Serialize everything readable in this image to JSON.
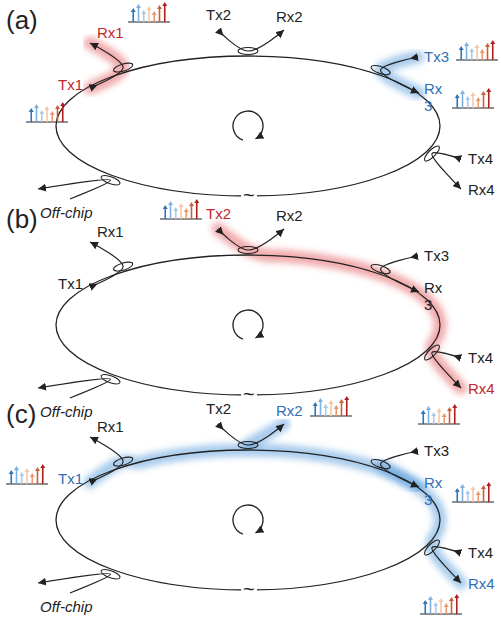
{
  "diagram": {
    "labels": [
      "(a)",
      "Rx1",
      "Tx1",
      "Tx2",
      "Rx2",
      "Tx3",
      "Rx 3",
      "Tx4",
      "Rx4",
      "Off-chip",
      "~",
      "(b)",
      "Rx1",
      "Tx1",
      "Tx2",
      "Rx2",
      "Tx3",
      "Rx 3",
      "Tx4",
      "Rx4",
      "Off-chip",
      "~",
      "(c)",
      "Rx1",
      "Tx1",
      "Tx2",
      "Rx2",
      "Tx3",
      "Rx 3",
      "Tx4",
      "Rx4",
      "Off-chip",
      "~"
    ]
  }
}
